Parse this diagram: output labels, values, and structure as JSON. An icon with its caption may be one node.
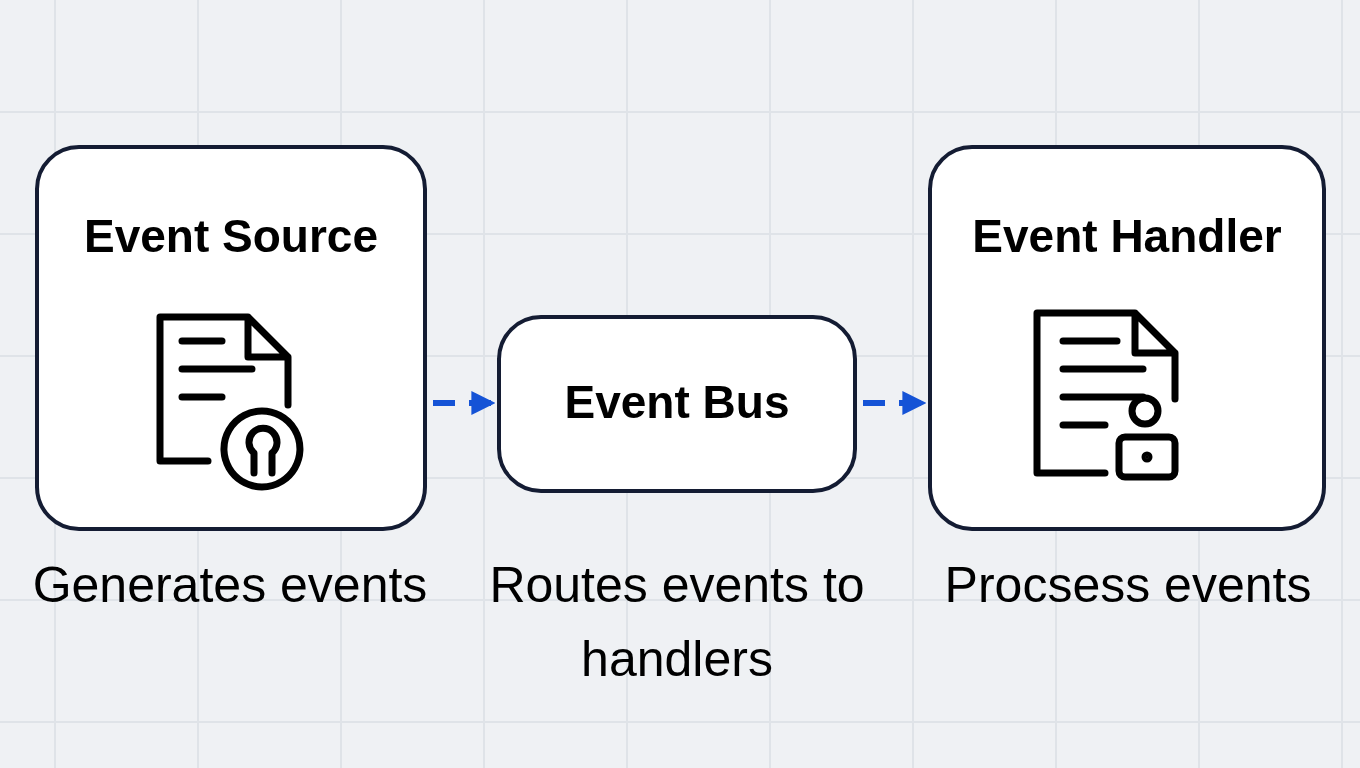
{
  "diagram": {
    "nodes": [
      {
        "text": [
          "Event Source"
        ],
        "beside": [
          "Generates events"
        ]
      },
      {
        "text": [
          "Event Bus"
        ],
        "beside": [
          "Routes events to handlers"
        ]
      },
      {
        "text": [
          "Event Handler"
        ],
        "beside": [
          "Procsess events"
        ]
      }
    ],
    "edges": [
      {
        "from": 0,
        "to": 1,
        "arrow": "to",
        "style": "dashed",
        "color": "#1553d6"
      },
      {
        "from": 1,
        "to": 2,
        "arrow": "to",
        "style": "dashed",
        "color": "#1553d6"
      }
    ]
  }
}
